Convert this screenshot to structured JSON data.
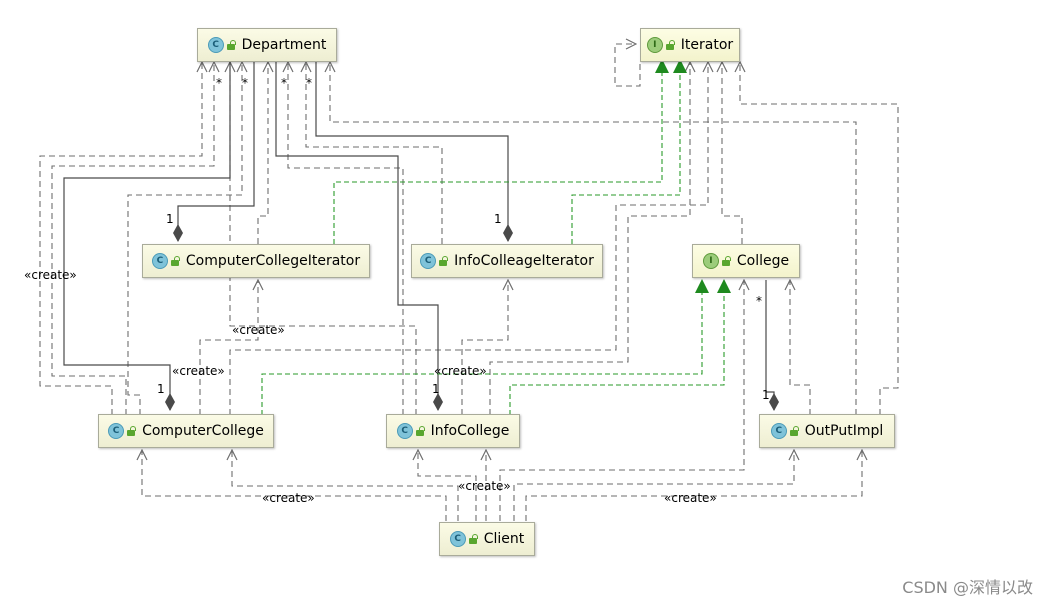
{
  "classes": {
    "department": "Department",
    "iterator": "Iterator",
    "computer_college_iterator": "ComputerCollegeIterator",
    "info_colleage_iterator": "InfoColleageIterator",
    "college": "College",
    "computer_college": "ComputerCollege",
    "info_college": "InfoCollege",
    "output_impl": "OutPutImpl",
    "client": "Client"
  },
  "badges": {
    "class": "C",
    "interface": "I"
  },
  "labels": {
    "create": "«create»",
    "star": "*",
    "one": "1"
  },
  "watermark": "CSDN @深情以改",
  "colors": {
    "dependency": "#6e6e6e",
    "association": "#4a4a4a",
    "realization": "#2a9a2a"
  }
}
